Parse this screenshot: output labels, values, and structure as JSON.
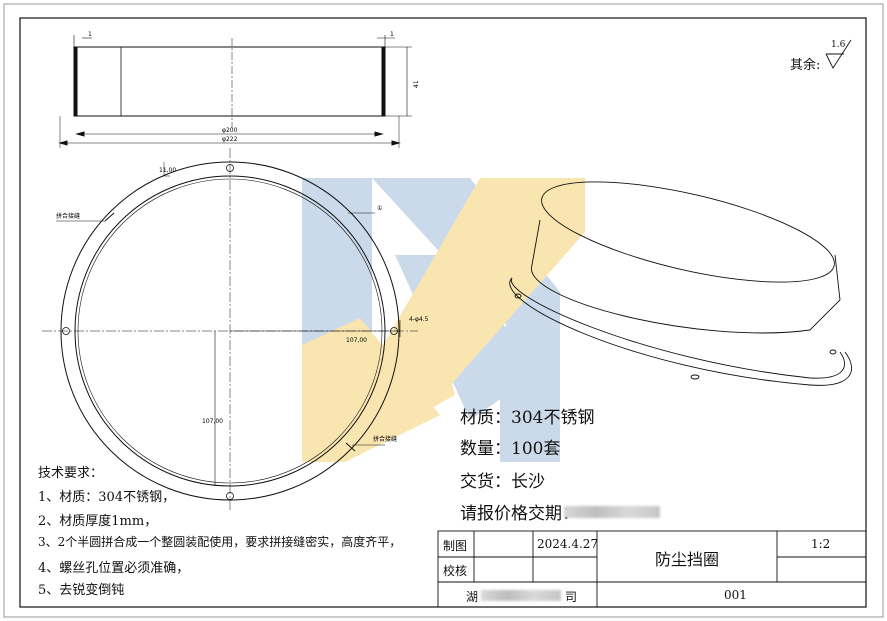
{
  "roughness": {
    "prefix": "其余:",
    "value": "1.6"
  },
  "dimensions": {
    "d200": "φ200",
    "d222": "φ222",
    "h41": "41",
    "t1_left": "1",
    "t1_right": "1",
    "r11": "11,00",
    "r107a": "107,00",
    "r107b": "107,00",
    "holes": "4-φ4.5",
    "balloon": "①"
  },
  "labels": {
    "seam_left": "拼合接缝",
    "seam_right": "拼合接缝"
  },
  "info": {
    "material": "材质：304不锈钢",
    "quantity": "数量：100套",
    "delivery": "交货：长沙",
    "quote": "请报价格交期："
  },
  "requirements": {
    "title": "技术要求：",
    "items": [
      "1、材质：304不锈钢，",
      "2、材质厚度1mm，",
      "3、2个半圆拼合成一个整圆装配使用，要求拼接缝密实，高度齐平，",
      "4、螺丝孔位置必须准确，",
      "5、去锐变倒钝"
    ]
  },
  "title_block": {
    "drawn": "制图",
    "checked": "校核",
    "date": "2024.4.27",
    "part_name": "防尘挡圈",
    "scale": "1:2",
    "drawing_no": "001",
    "company_prefix": "湖",
    "company_suffix": "司"
  },
  "colors": {
    "line": "#111111",
    "wm_blue": "#a9c4de",
    "wm_yellow": "#f7dc8e"
  }
}
